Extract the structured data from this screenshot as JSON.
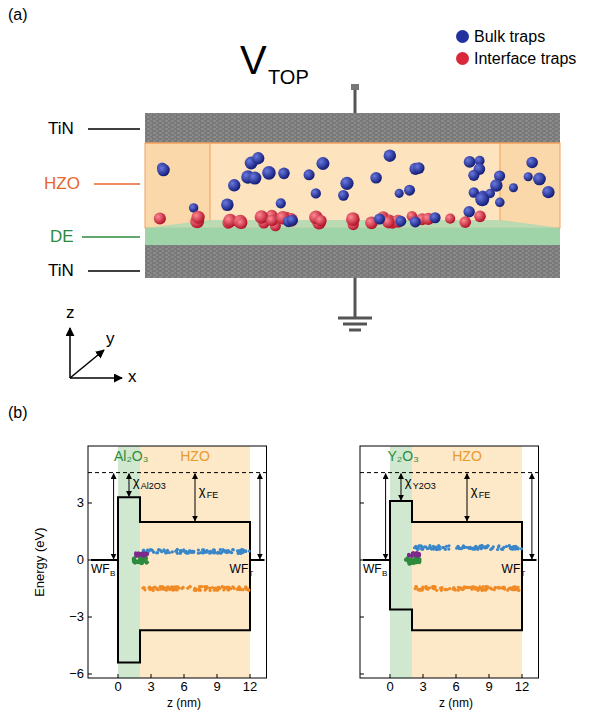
{
  "diagram": {
    "labels": [
      "(a)",
      "V",
      "TOP",
      "TiN",
      "HZO",
      "DE",
      "TiN",
      "z",
      "y",
      "x",
      "(b)",
      "3",
      "0",
      "−3",
      "−6",
      "Energy (eV)",
      "Al₂O₃",
      "HZO",
      "χ",
      "Al2O3",
      "χ",
      "FE",
      "WF",
      "B",
      "WF",
      "T",
      "0",
      "3",
      "6",
      "9",
      "12",
      "z (nm)",
      "Y₂O₃",
      "HZO",
      "χ",
      "Y2O3",
      "χ",
      "FE",
      "WF",
      "B",
      "WF",
      "T",
      "0",
      "3",
      "6",
      "9",
      "12",
      "z (nm)"
    ],
    "legend": [
      {
        "text": "Bulk traps",
        "color": "#22319e"
      },
      {
        "text": "Interface traps",
        "color": "#d8283a"
      }
    ]
  }
}
